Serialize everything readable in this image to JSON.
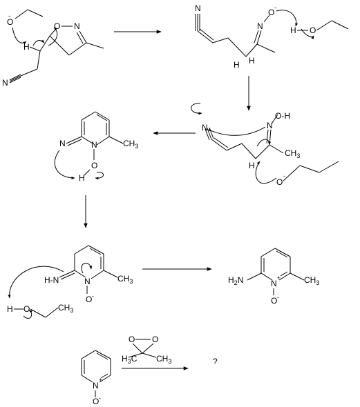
{
  "atoms": {
    "O": "O",
    "N": "N",
    "H": "H",
    "C": "C",
    "minus": "-",
    "plus": "+",
    "OH": "O-H",
    "CH3": "CH",
    "three": "3",
    "H2N": "H",
    "two": "2",
    "N_suffix": "N",
    "HN": "H-N"
  },
  "question_mark": "?"
}
